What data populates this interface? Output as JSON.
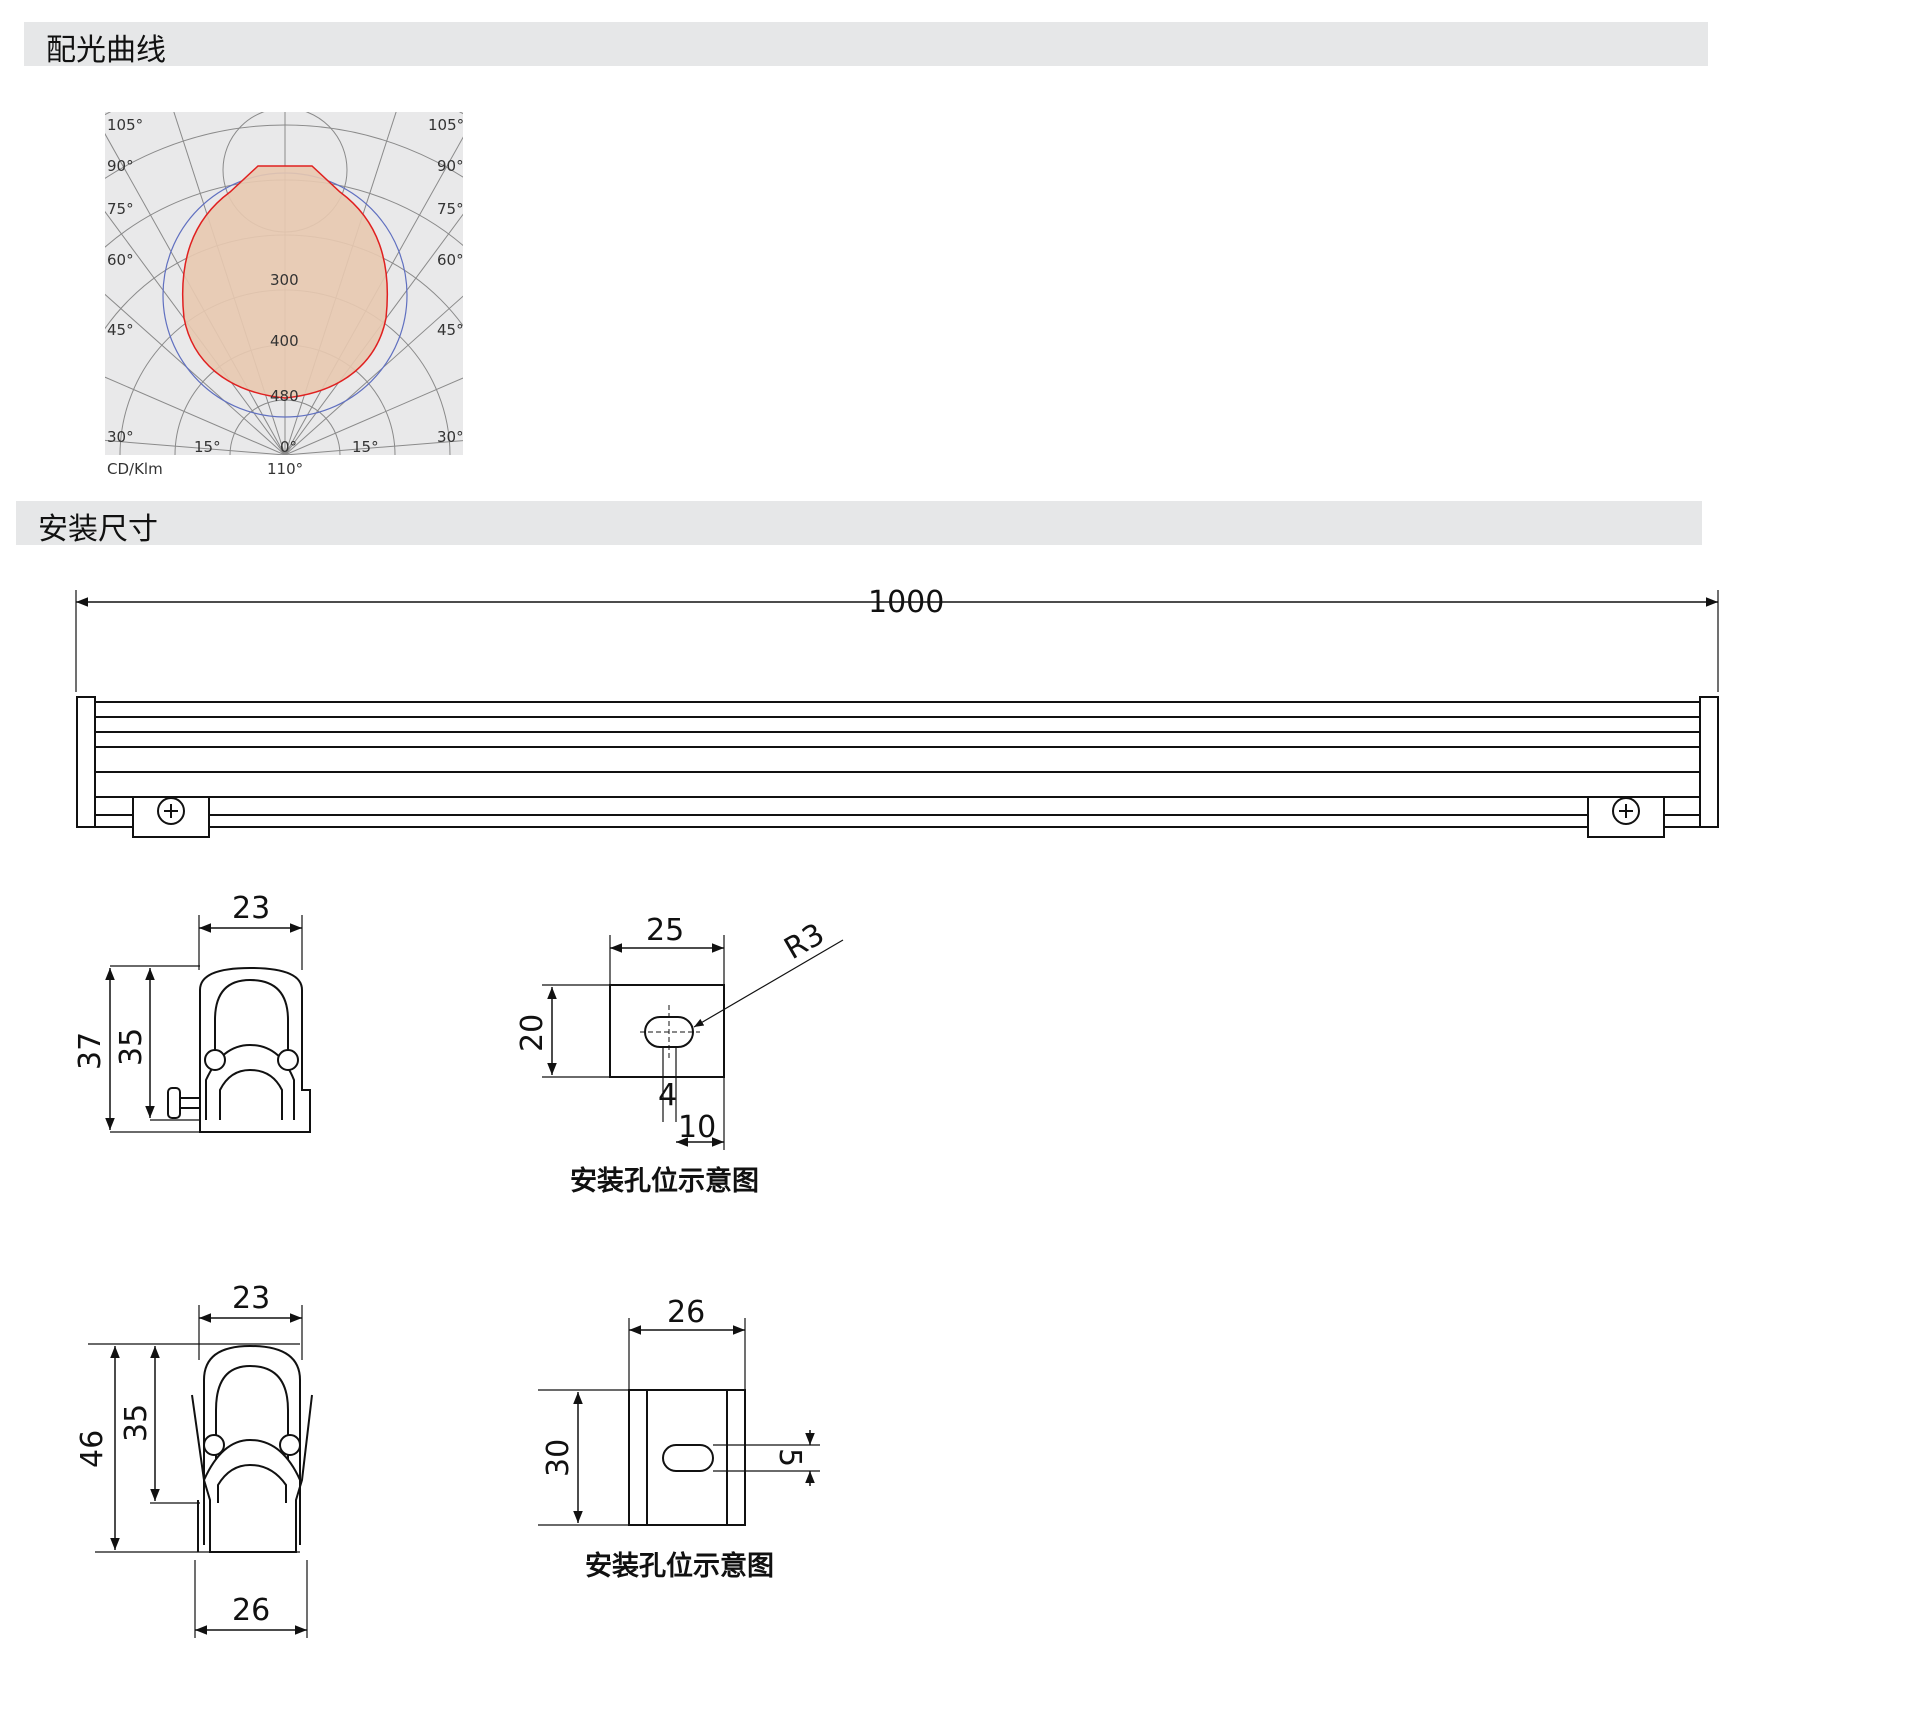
{
  "sections": {
    "light_curve_title": "配光曲线",
    "install_dim_title": "安装尺寸"
  },
  "polar": {
    "angles_upper_left": [
      "105°",
      "90°",
      "75°",
      "60°",
      "45°"
    ],
    "angles_upper_right": [
      "105°",
      "90°",
      "75°",
      "60°",
      "45°"
    ],
    "bottom_labels": [
      "30°",
      "15°",
      "0°",
      "15°",
      "30°"
    ],
    "radial_values": [
      "300",
      "400",
      "480"
    ],
    "unit": "CD/Klm",
    "beam_angle": "110°",
    "colors": {
      "fill": "#e8c9b0",
      "outline": "#e02020",
      "reference": "#6070c0",
      "grid": "#888888",
      "bg": "#e9e9ea"
    }
  },
  "drawings": {
    "length": "1000",
    "profile_a": {
      "width": "23",
      "height_total": "37",
      "height_body": "35"
    },
    "bracket_a": {
      "width": "25",
      "height": "20",
      "radius": "R3",
      "slot_w": "4",
      "offset": "10",
      "caption": "安装孔位示意图"
    },
    "profile_b": {
      "width_top": "23",
      "height_total": "46",
      "height_body": "35",
      "width_bottom": "26"
    },
    "bracket_b": {
      "width": "26",
      "height": "30",
      "slot": "5",
      "caption": "安装孔位示意图"
    }
  }
}
